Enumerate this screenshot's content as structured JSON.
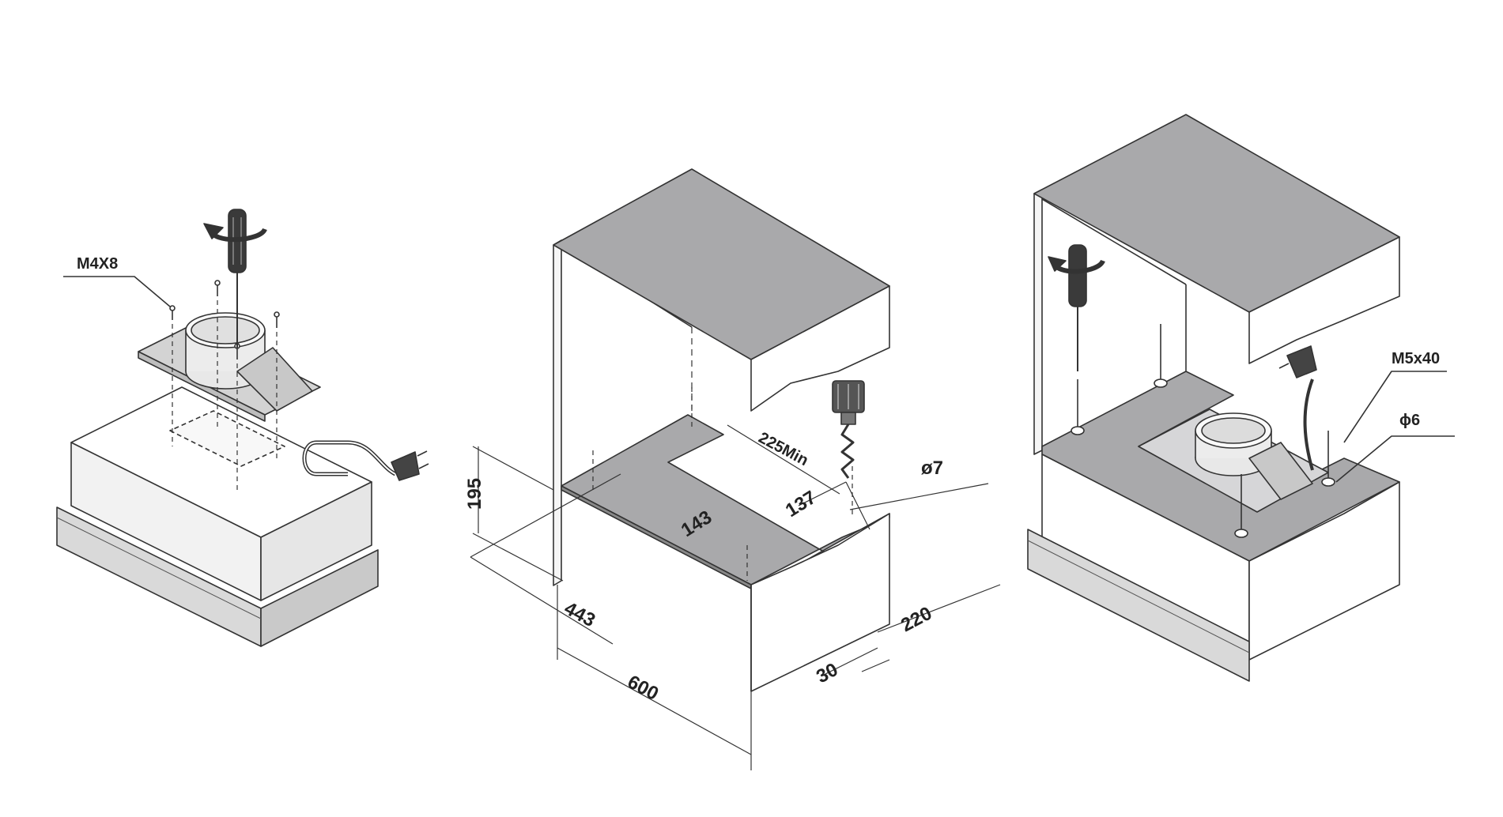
{
  "labels": {
    "screw_hood": "M4X8",
    "screw_cabinet": "M5x40",
    "hole_drill": "ø7",
    "hole_final": "ϕ6"
  },
  "dimensions": {
    "height_side": "195",
    "cutout_min": "225Min",
    "cutout_side": "137",
    "cutout_width": "143",
    "depth_443": "443",
    "width_600": "600",
    "front_30": "30",
    "depth_220": "220"
  },
  "colors": {
    "line": "#333333",
    "panel_grey": "#a9a9ab",
    "light_grey": "#d6d6d8",
    "white": "#ffffff"
  }
}
